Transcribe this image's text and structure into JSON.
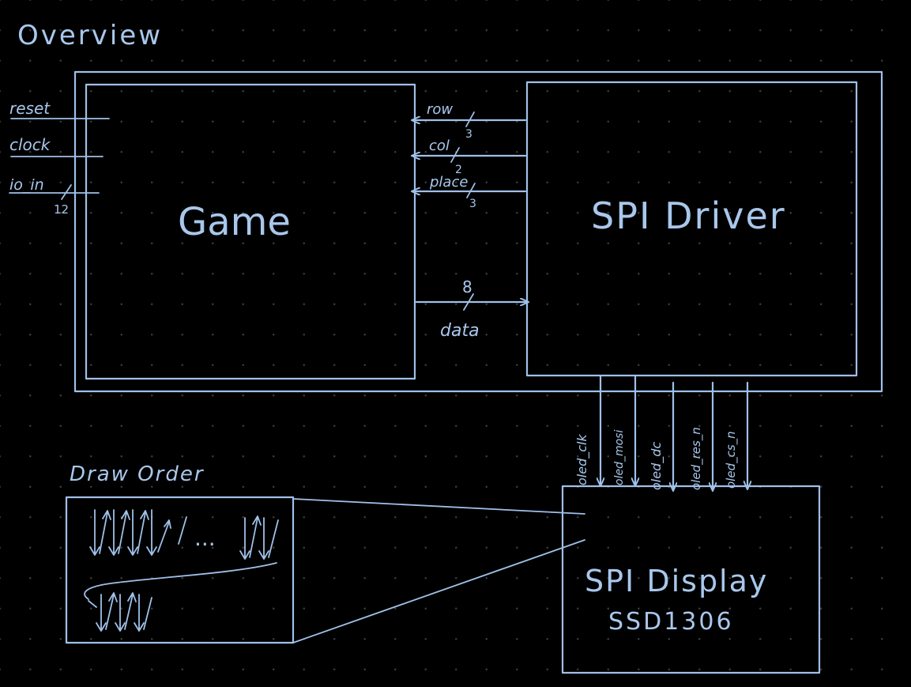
{
  "title": "Overview",
  "game": {
    "label": "Game",
    "inputs": [
      {
        "name": "reset"
      },
      {
        "name": "clock"
      },
      {
        "name": "io_in",
        "width": "12"
      }
    ]
  },
  "driver": {
    "label": "SPI Driver",
    "to_game": [
      {
        "name": "row",
        "width": "3"
      },
      {
        "name": "col",
        "width": "2"
      },
      {
        "name": "place",
        "width": "3"
      }
    ],
    "from_game": {
      "name": "data",
      "width": "8"
    }
  },
  "display": {
    "label_line1": "SPI Display",
    "label_line2": "SSD1306"
  },
  "oled_signals": [
    "oled_clk",
    "oled_mosi",
    "oled_dc",
    "oled_res_n",
    "oled_cs_n"
  ],
  "draw_order": {
    "title": "Draw Order",
    "ellipsis": "..."
  },
  "colors": {
    "stroke": "#9fc0e8",
    "background": "#000000",
    "grid_dot": "#3a3a3a"
  }
}
